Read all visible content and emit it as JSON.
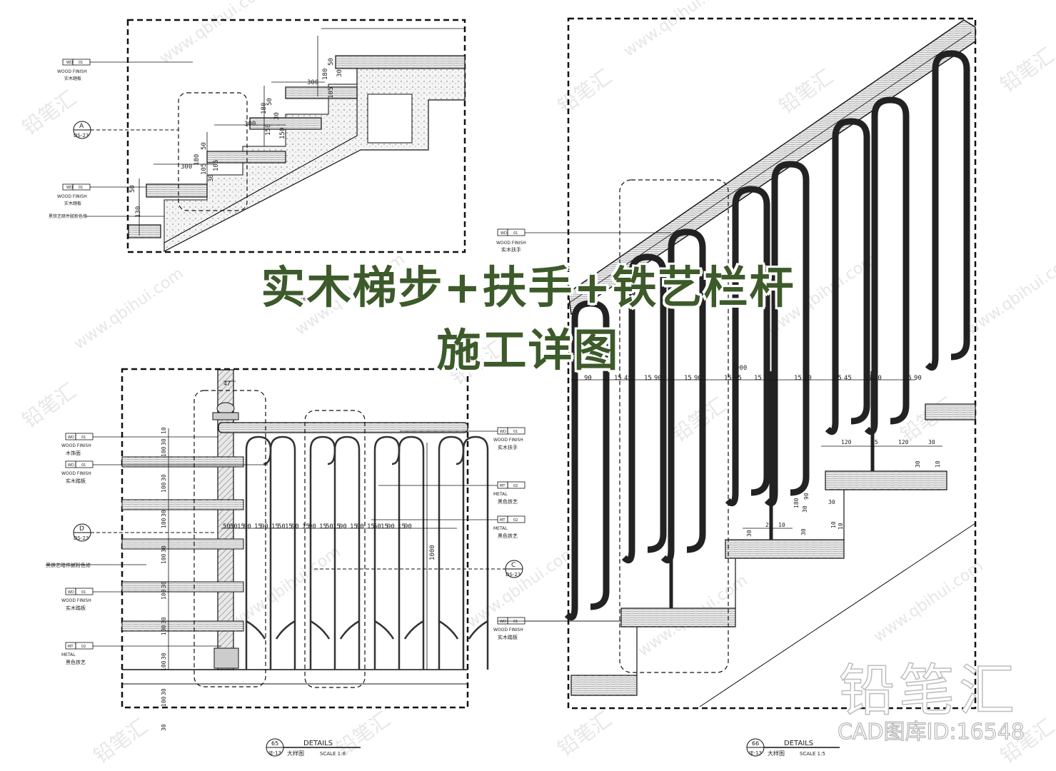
{
  "title": {
    "line1": "实木梯步+扶手+铁艺栏杆",
    "line2": "施工详图"
  },
  "watermark": {
    "brand": "铅笔汇",
    "url": "www.qbihui.com",
    "id_label": "CAD图库ID:16548"
  },
  "drawing_top_left": {
    "dims": [
      "300",
      "180",
      "50",
      "30",
      "300",
      "180",
      "50",
      "30",
      "300",
      "180",
      "50",
      "30",
      "105",
      "150",
      "105",
      "150",
      "105",
      "130",
      "180",
      "50"
    ],
    "callouts": [
      {
        "tag": "WD",
        "num": "01",
        "en": "WOOD FINISH",
        "cn": "实木踏板"
      },
      {
        "tag": "WD",
        "num": "01",
        "en": "WOOD FINISH",
        "cn": "实木踏板"
      },
      {
        "tag": "",
        "num": "",
        "en": "",
        "cn": "黑铁艺暗件腻粉色修"
      }
    ],
    "section_mark": {
      "letter": "A",
      "sheet": "DS-23"
    },
    "caption_partial": "IE-13 大样"
  },
  "drawing_bottom_left": {
    "top_dim": "47",
    "right_dims": [
      "10",
      "30",
      "100",
      "30",
      "100",
      "30",
      "100",
      "30",
      "100",
      "30",
      "100",
      "30",
      "100",
      "30",
      "100",
      "30",
      "100",
      "30"
    ],
    "tall_dim": "1000",
    "baluster_dims": [
      "50",
      "50",
      "15",
      "90",
      "15",
      "90",
      "15",
      "50",
      "15",
      "90",
      "15",
      "90",
      "15",
      "50",
      "15",
      "90",
      "15",
      "90",
      "15",
      "50",
      "15",
      "90",
      "15",
      "90"
    ],
    "left_callouts": [
      {
        "tag": "WD",
        "num": "01",
        "en": "WOOD FINISH",
        "cn": "木饰面"
      },
      {
        "tag": "WD",
        "num": "01",
        "en": "WOOD FINISH",
        "cn": "实木踏板"
      },
      {
        "tag": "",
        "num": "",
        "en": "",
        "cn": "黑铁艺暗件腻粉色修"
      },
      {
        "tag": "WD",
        "num": "01",
        "en": "WOOD FINISH",
        "cn": "实木踏板"
      },
      {
        "tag": "MT",
        "num": "02",
        "en": "METAL",
        "cn": "黑色铁艺"
      }
    ],
    "right_callouts": [
      {
        "tag": "WD",
        "num": "01",
        "en": "WOOD FINISH",
        "cn": "实木扶手"
      },
      {
        "tag": "MT",
        "num": "02",
        "en": "METAL",
        "cn": "黑色铁艺"
      },
      {
        "tag": "MT",
        "num": "02",
        "en": "METAL",
        "cn": "黑色铁艺"
      },
      {
        "tag": "WD",
        "num": "01",
        "en": "WOOD FINISH",
        "cn": "实木踏板"
      }
    ],
    "section_marks": [
      {
        "letter": "D",
        "sheet": "DS-23"
      },
      {
        "letter": "C",
        "sheet": "DS-23"
      }
    ],
    "caption": {
      "num": "65",
      "sheet": "IE-13",
      "title": "DETAILS",
      "cn": "大样图",
      "scale": "SCALE 1:8"
    }
  },
  "drawing_right": {
    "top_dim": "900",
    "baluster_dims": [
      "90",
      "15",
      "45",
      "15",
      "90",
      "15",
      "90",
      "15",
      "45",
      "15",
      "90",
      "15",
      "90",
      "15",
      "45",
      "15",
      "90",
      "15",
      "90"
    ],
    "step_dims": [
      "120",
      "35",
      "120",
      "30",
      "30",
      "10",
      "180",
      "30",
      "90",
      "30",
      "10",
      "10",
      "30",
      "30",
      "20",
      "10"
    ],
    "callout_top": {
      "tag": "WD",
      "num": "01",
      "en": "WOOD FINISH",
      "cn": "实木扶手"
    },
    "caption": {
      "num": "66",
      "sheet": "IE-13",
      "title": "DETAILS",
      "cn": "大样图",
      "scale": "SCALE 1:5"
    }
  }
}
